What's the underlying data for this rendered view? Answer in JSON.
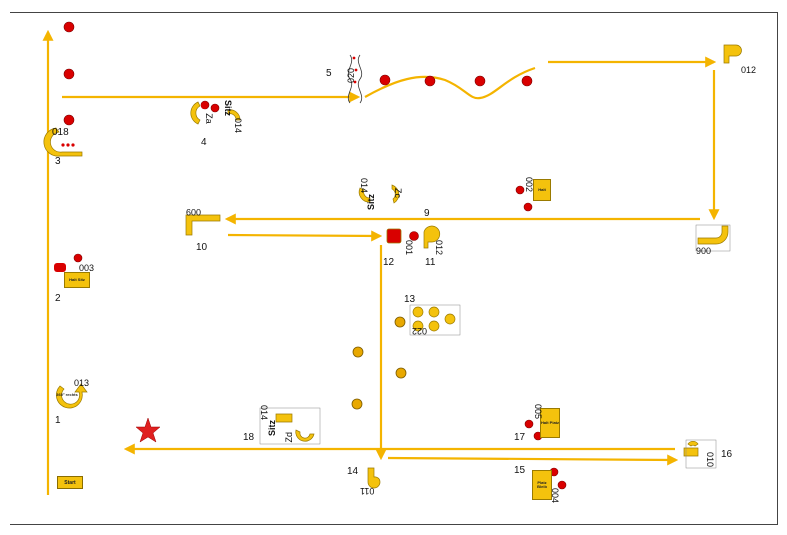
{
  "stations": {
    "s1": "1",
    "s2": "2",
    "s3": "3",
    "s4": "4",
    "s5": "5",
    "s9": "9",
    "s10": "10",
    "s11": "11",
    "s12": "12",
    "s13": "13",
    "s14": "14",
    "s15": "15",
    "s16": "16",
    "s17": "17",
    "s18": "18"
  },
  "sign_codes": {
    "c013": "013",
    "c003": "003",
    "c018": "018",
    "c014a": "014",
    "c020": "020",
    "c012a": "012",
    "c900": "900",
    "c002": "002",
    "c014b": "014",
    "c009": "009",
    "c001": "001",
    "c012b": "012",
    "c022": "022",
    "c011": "011",
    "c004": "004",
    "c005": "005",
    "c010": "010",
    "c014c": "014"
  },
  "sign_text": {
    "start": "Start",
    "rotate_360": "360° rechts",
    "halt": "Halt",
    "halt_sitz": "Halt Sitz",
    "halt_platz": "Halt Platz",
    "platz_bleib": "Platz Bleib",
    "sitz": "Sitz",
    "za": "Za",
    "zc": "Zc",
    "zd": "Zd",
    "stop_sign": "Halt"
  },
  "colors": {
    "track": "#f4b400",
    "cone": "#d90000",
    "pylon": "#e8a800",
    "sign": "#f4c20d",
    "star": "#e02020"
  },
  "icons": [
    "finish-star-icon",
    "start-sign-icon",
    "cone-icon",
    "turn-arrow-icon",
    "pylon-icon"
  ]
}
